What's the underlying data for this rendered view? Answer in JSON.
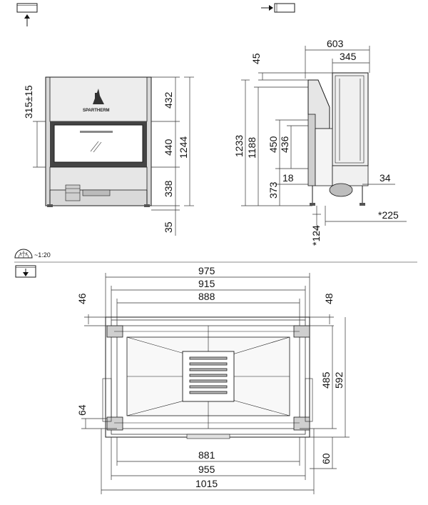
{
  "scale": {
    "label": "~1:20"
  },
  "front_view": {
    "logo": "SPARTHERM",
    "dims": {
      "glass_offset": "315±15",
      "top": "432",
      "glass": "440",
      "bottom": "338",
      "total": "1244",
      "feet": "35"
    }
  },
  "side_view": {
    "dims": {
      "top_offset": "45",
      "depth": "603",
      "top_depth": "345",
      "height_a": "1233",
      "height_b": "1188",
      "glass_a": "450",
      "glass_b": "436",
      "lower": "373",
      "gap_left": "18",
      "gap_right": "34",
      "min_below": "*124",
      "clearance": "*225"
    }
  },
  "plan_view": {
    "dims": {
      "w_outer": "975",
      "w_mid": "915",
      "w_inner": "888",
      "left_top": "46",
      "right_top": "48",
      "left_lower": "64",
      "depth_inner": "485",
      "depth_total": "592",
      "bottom_gap": "60",
      "w_881": "881",
      "w_955": "955",
      "w_1015": "1015"
    }
  }
}
